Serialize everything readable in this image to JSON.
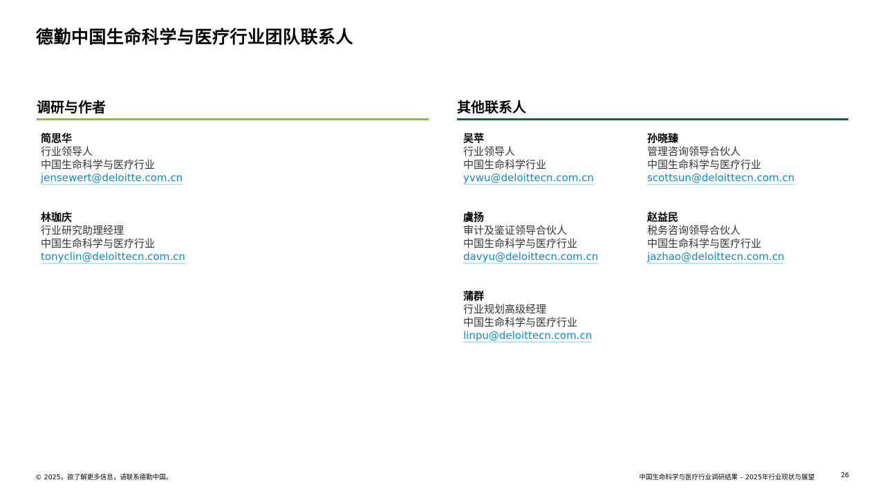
{
  "title": "德勤中国生命科学与医疗行业团队联系人",
  "colors": {
    "left_rule": "#86bc25",
    "right_rule": "#046a38",
    "email": "#0b8cc0"
  },
  "sections": {
    "left": {
      "title": "调研与作者",
      "contacts": [
        {
          "name": "简思华",
          "role": "行业领导人",
          "dept": "中国生命科学与医疗行业",
          "email": "jensewert@deloitte.com.cn"
        },
        {
          "name": "林珈庆",
          "role": "行业研究助理经理",
          "dept": "中国生命科学与医疗行业",
          "email": "tonyclin@deloittecn.com.cn"
        }
      ]
    },
    "right": {
      "title": "其他联系人",
      "contacts": [
        {
          "name": "吴苹",
          "role": "行业领导人",
          "dept": "中国生命科学行业",
          "email": "yvwu@deloittecn.com.cn"
        },
        {
          "name": "孙晓臻",
          "role": "管理咨询领导合伙人",
          "dept": "中国生命科学与医疗行业",
          "email": "scottsun@deloittecn.com.cn"
        },
        {
          "name": "虞扬",
          "role": "审计及鉴证领导合伙人",
          "dept": "中国生命科学与医疗行业",
          "email": "davyu@deloittecn.com.cn"
        },
        {
          "name": "赵益民",
          "role": "税务咨询领导合伙人",
          "dept": "中国生命科学与医疗行业",
          "email": "jazhao@deloittecn.com.cn"
        },
        {
          "name": "蒲群",
          "role": "行业规划高级经理",
          "dept": "中国生命科学与医疗行业",
          "email": "linpu@deloittecn.com.cn"
        }
      ]
    }
  },
  "footer": {
    "copyright": "© 2025。欲了解更多信息，请联系德勤中国。",
    "report_title": "中国生命科学与医疗行业调研结果 – 2025年行业现状与展望",
    "page_number": "26"
  }
}
